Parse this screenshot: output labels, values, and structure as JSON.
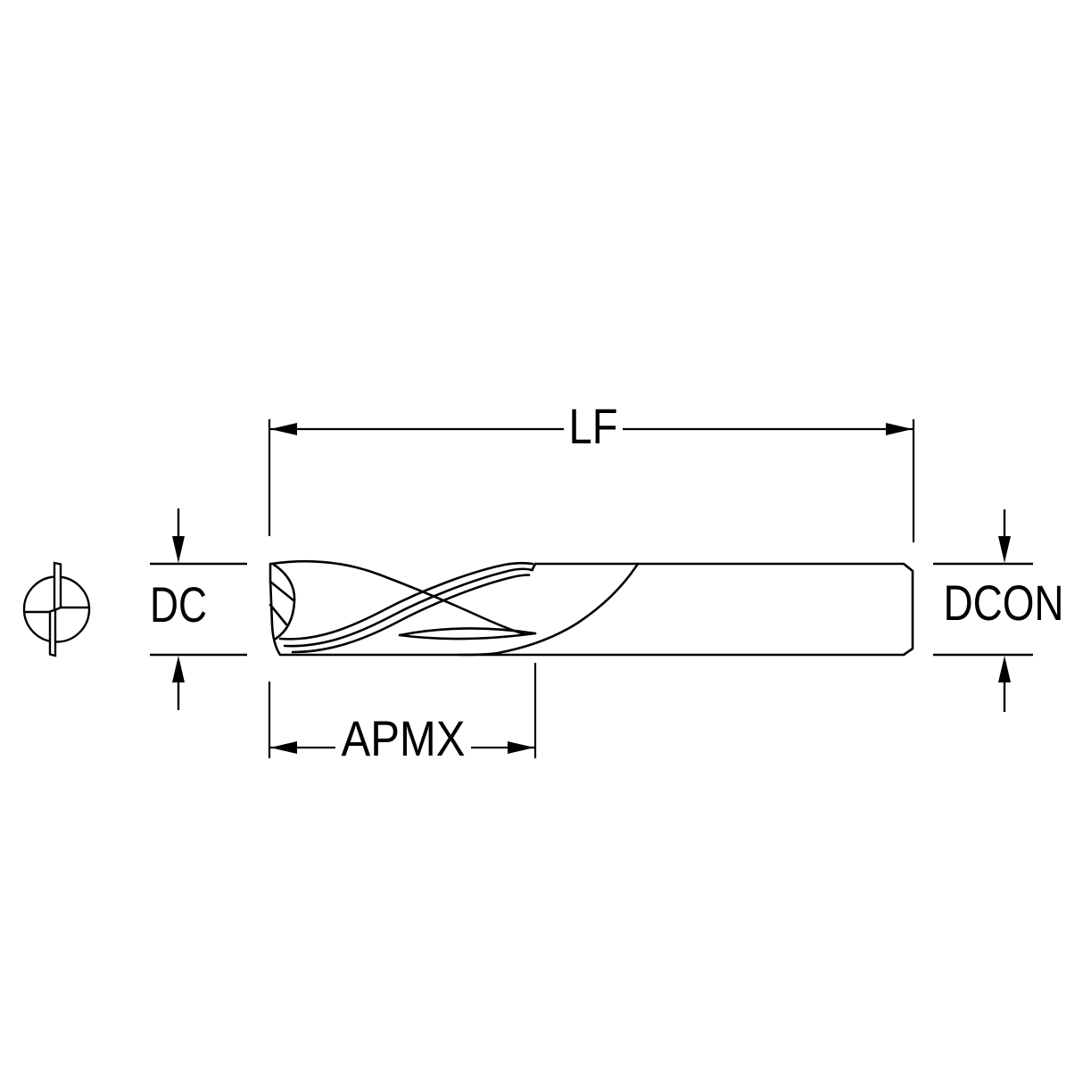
{
  "diagram": {
    "type": "technical-dimension-drawing",
    "subject": "two-flute end mill",
    "background_color": "#ffffff",
    "line_color": "#000000",
    "labels": {
      "lf": "LF",
      "dc": "DC",
      "dcon": "DCON",
      "apmx": "APMX"
    }
  }
}
